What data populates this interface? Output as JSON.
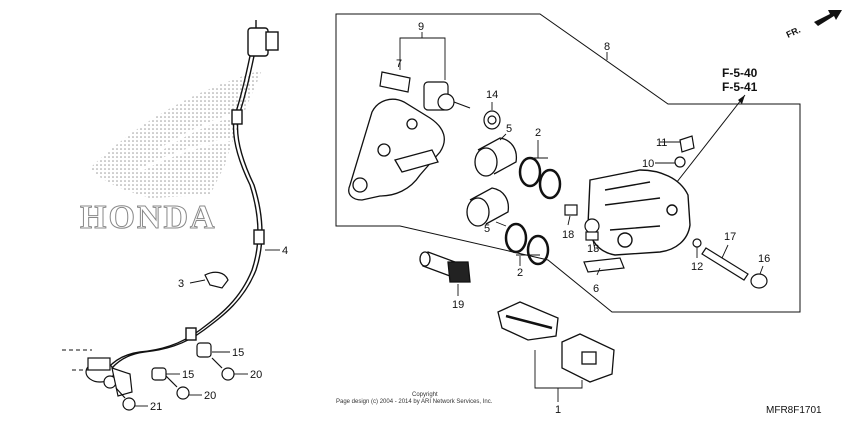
{
  "watermark": {
    "brand": "HONDA"
  },
  "direction": {
    "label": "FR."
  },
  "references": [
    "F-5-40",
    "F-5-41"
  ],
  "callouts": [
    "1",
    "2",
    "2",
    "3",
    "4",
    "5",
    "5",
    "6",
    "7",
    "8",
    "9",
    "10",
    "11",
    "12",
    "13",
    "14",
    "15",
    "15",
    "16",
    "17",
    "18",
    "19",
    "20",
    "20",
    "21"
  ],
  "copyright": {
    "line1": "Copyright",
    "line2": "Page design (c) 2004 - 2014 by ARI Network Services, Inc."
  },
  "diagram_code": "MFR8F1701"
}
